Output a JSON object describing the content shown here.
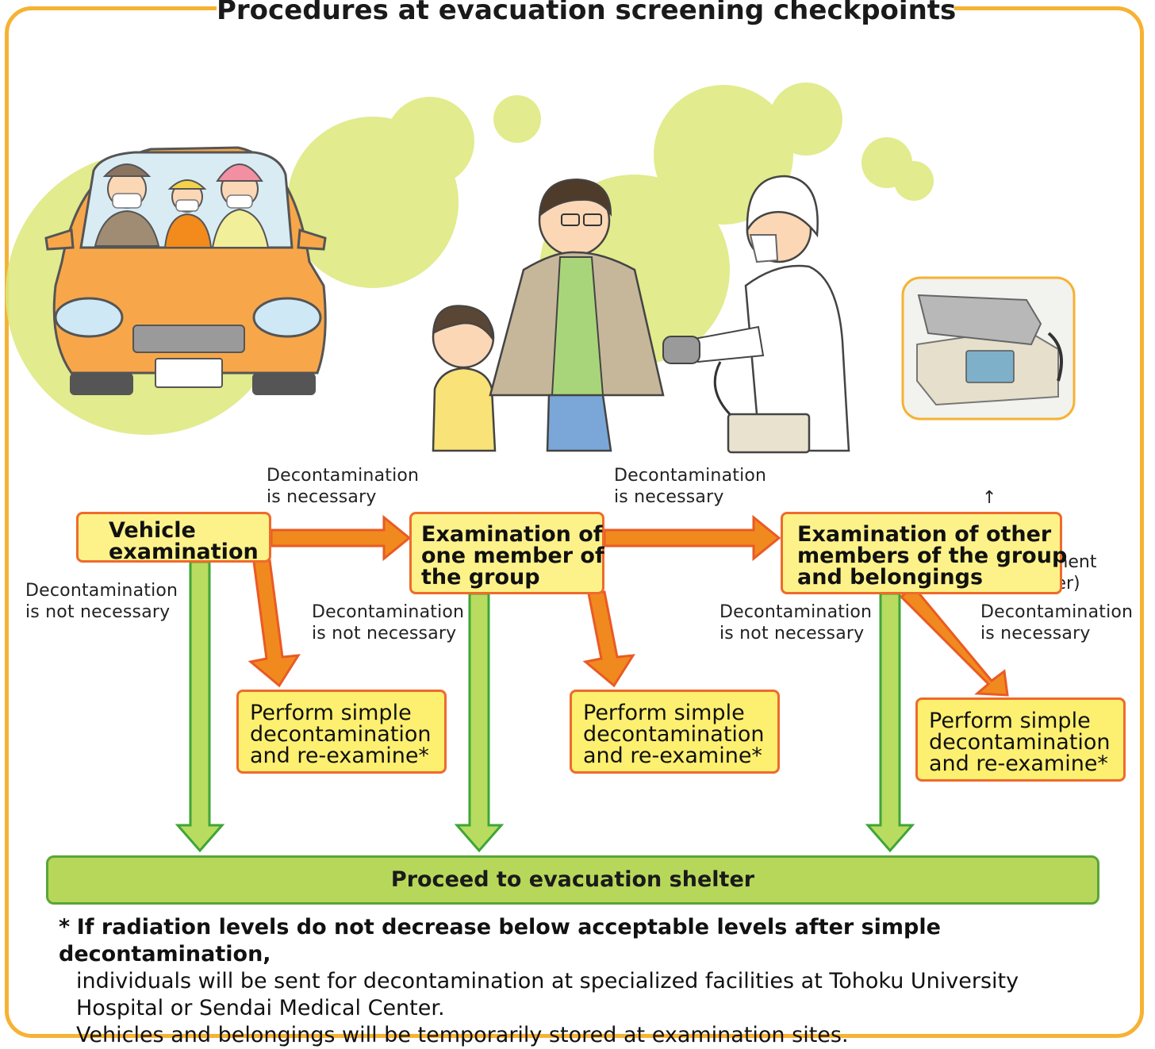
{
  "title": "Procedures at evacuation screening checkpoints",
  "device_label": "Radiation measurement\ndevice (survey meter)",
  "device_arrow": "↑",
  "steps": {
    "vehicle": "Vehicle\nexamination",
    "one_member": "Examination of\none member of\nthe group",
    "other_members": "Examination of other\nmembers of the group\nand belongings"
  },
  "results": {
    "decon_1": "Perform simple\ndecontamination\nand re-examine*",
    "decon_2": "Perform simple\ndecontamination\nand re-examine*",
    "decon_3": "Perform simple\ndecontamination\nand re-examine*"
  },
  "labels": {
    "necessary_1": "Decontamination\nis necessary",
    "necessary_2": "Decontamination\nis necessary",
    "necessary_3": "Decontamination\nis necessary",
    "not_necessary_1": "Decontamination\nis not necessary",
    "not_necessary_2": "Decontamination\nis not necessary",
    "not_necessary_3": "Decontamination\nis not necessary"
  },
  "shelter": "Proceed to evacuation shelter",
  "footnote": {
    "star": "*",
    "lead": "If radiation levels do not decrease below acceptable levels after simple decontamination,",
    "rest": "individuals will be sent for decontamination at specialized facilities at Tohoku University\nHospital or Sendai Medical Center.\nVehicles and belongings will be temporarily stored at examination sites."
  },
  "colors": {
    "frame": "#f6b233",
    "orange_arrow": "#f08a1e",
    "green_arrow": "#b8dc60",
    "box_fill": "#fdf28a",
    "box_border": "#ef6a2c",
    "bar_fill": "#b7d75a"
  }
}
